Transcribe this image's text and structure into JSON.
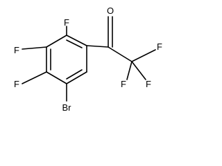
{
  "molecule": {
    "atoms": {
      "f_top": "F",
      "f_upper_left": "F",
      "f_lower_left": "F",
      "br": "Br",
      "o": "O",
      "f_cf3_right": "F",
      "f_cf3_lower_left": "F",
      "f_cf3_lower_right": "F"
    }
  },
  "colors": {
    "ink": "#000000",
    "background": "#ffffff"
  }
}
